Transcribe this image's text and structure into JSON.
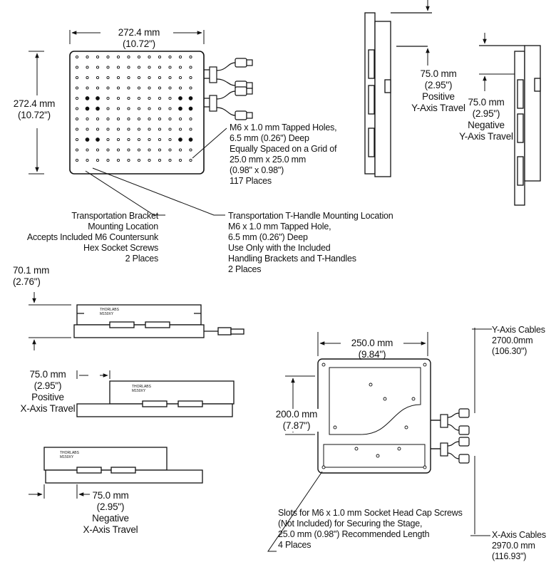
{
  "top_plate": {
    "width_mm": "272.4 mm",
    "width_in": "(10.72\")",
    "height_mm": "272.4 mm",
    "height_in": "(10.72\")",
    "holes_note": [
      "M6 x 1.0 mm Tapped Holes,",
      "6.5 mm (0.26\") Deep",
      "Equally Spaced on a Grid of",
      "25.0 mm x 25.0 mm",
      "(0.98\" x 0.98\")",
      "117 Places"
    ],
    "bracket_note": [
      "Transportation Bracket",
      "Mounting Location",
      "Accepts Included M6 Countersunk",
      "Hex Socket Screws",
      "2 Places"
    ],
    "thandle_note": [
      "Transportation T-Handle Mounting Location",
      "M6 x 1.0 mm Tapped Hole,",
      "6.5 mm (0.26\") Deep",
      "Use Only with the Included",
      "Handling Brackets and T-Handles",
      "2 Places"
    ]
  },
  "y_travel": {
    "positive": [
      "75.0 mm",
      "(2.95\")",
      "Positive",
      "Y-Axis Travel"
    ],
    "negative": [
      "75.0 mm",
      "(2.95\")",
      "Negative",
      "Y-Axis Travel"
    ]
  },
  "side_view": {
    "height_mm": "70.1 mm",
    "height_in": "(2.76\")",
    "brand": "THORLABS",
    "model": "M150XY"
  },
  "x_travel": {
    "positive": [
      "75.0 mm",
      "(2.95\")",
      "Positive",
      "X-Axis Travel"
    ],
    "negative": [
      "75.0 mm",
      "(2.95\")",
      "Negative",
      "X-Axis Travel"
    ]
  },
  "bottom_view": {
    "width_mm": "250.0 mm",
    "width_in": "(9.84\")",
    "height_mm": "200.0 mm",
    "height_in": "(7.87\")",
    "slots_note": [
      "Slots for M6 x 1.0 mm Socket Head Cap Screws",
      "(Not Included) for Securing the Stage,",
      "25.0 mm (0.98\") Recommended Length",
      "4 Places"
    ],
    "y_cables": [
      "Y-Axis Cables",
      "2700.0mm",
      "(106.30\")"
    ],
    "x_cables": [
      "X-Axis Cables",
      "2970.0 mm",
      "(116.93\")"
    ]
  },
  "colors": {
    "line": "#1a1a1a",
    "fill": "#ffffff",
    "shade": "#e8e8e8"
  }
}
